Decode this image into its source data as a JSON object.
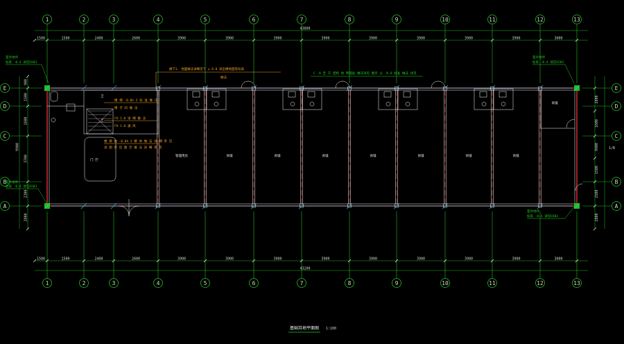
{
  "colors": {
    "background": "#000000",
    "grid_line": "#20c020",
    "grid_circle": "#20c020",
    "dim_line": "#20c020",
    "wall": "#e03030",
    "partition": "#ffffff",
    "glass": "#40c0e0",
    "annotation_yellow": "#f0a020",
    "annotation_green": "#20d020",
    "text": "#d8d8d8"
  },
  "grid": {
    "vertical": [
      "1",
      "2",
      "3",
      "4",
      "5",
      "6",
      "7",
      "8",
      "9",
      "10",
      "11",
      "12",
      "13"
    ],
    "horizontal": [
      "E",
      "D",
      "C",
      "B",
      "A"
    ],
    "right_extra": "1/B"
  },
  "dimensions": {
    "top_row": [
      "1500",
      "1500",
      "2400",
      "2600",
      "3900",
      "3900",
      "3900",
      "3900",
      "3900",
      "3900",
      "3900",
      "3900",
      "3000"
    ],
    "top_total": "43800",
    "bottom_row": [
      "1500",
      "1500",
      "2400",
      "2600",
      "3900",
      "3900",
      "3900",
      "3900",
      "3900",
      "3900",
      "3900",
      "3900",
      "3000"
    ],
    "bottom_total": "43200",
    "left_col": [
      "900",
      "1500",
      "1600",
      "3700",
      "2300",
      "2800"
    ],
    "left_total": "9900",
    "right_col": [
      "2800",
      "1600",
      "9900",
      "1500",
      "2500",
      "2800"
    ]
  },
  "annotations": {
    "top_yellow_1": "楼下1. 地面做法详细见下 ± 0.0 高出楼地面等标高",
    "top_yellow_2": "做法",
    "top_green": "C -0 至 于 结构 地 砖面层 做法详见 图示 以 -0.0 标准 做法 详见",
    "left_top_green_1": "室外地坪",
    "left_top_green_2": "标高 -0.4 详见G503",
    "right_top_green_1": "室外地坪",
    "right_top_green_2": "标高 -0.4 详见G503",
    "left_b_green_1": "室外地坪",
    "left_b_green_2": "标高 -0.4 详见G503",
    "bottom_right_green_1": "室外地坪",
    "bottom_right_green_2": "标高 -0.4 详见G503",
    "stair_1": "楼 梯 -0.0h 3 标 准 做 法",
    "stair_2": "楼 子 间 做 法",
    "stair_3": "FH 1.0 详 细 做 法",
    "stair_4": "FH 1.0 通 风",
    "stair_5": "楼 梯 做 -0.0h 3 楼 体 做 法 详 细 参 见",
    "stair_6": "详 图 参 见 图 示 做 法 详 细 参 见",
    "lobby": "门 厅",
    "wc": "卫",
    "stair_up": "上"
  },
  "rooms": [
    "管理用房",
    "商铺",
    "商铺",
    "商铺",
    "商铺",
    "商铺",
    "商铺",
    "商铺",
    "商铺"
  ],
  "title": {
    "main": "基础持地平面图",
    "scale": "1:100"
  }
}
